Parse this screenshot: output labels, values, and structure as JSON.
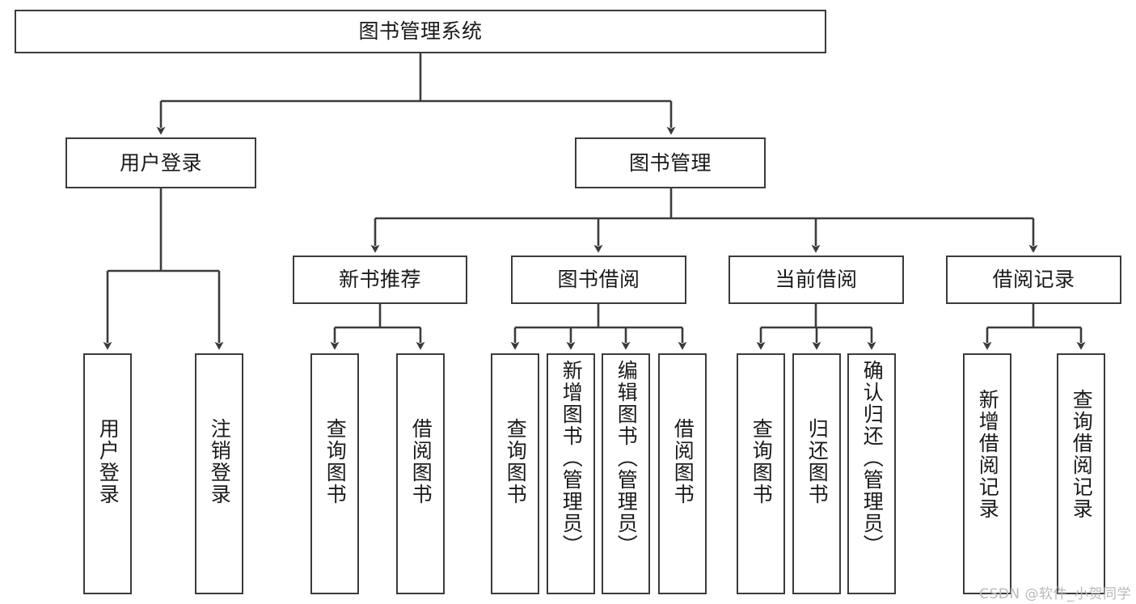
{
  "diagram": {
    "type": "tree-hierarchy",
    "title": "图书管理系统",
    "orientation": "top-down",
    "colors": {
      "box_border": "#3b3b3b",
      "box_fill": "#ffffff",
      "connector": "#3b3b3b",
      "text": "#1a1a1a",
      "watermark": "#b9b9b9"
    },
    "root": {
      "id": "root",
      "label": "图书管理系统"
    },
    "level2": [
      {
        "id": "user-login",
        "label": "用户登录"
      },
      {
        "id": "book-manage",
        "label": "图书管理"
      }
    ],
    "level3": [
      {
        "id": "new-book-rec",
        "label": "新书推荐",
        "parent": "book-manage"
      },
      {
        "id": "book-borrow",
        "label": "图书借阅",
        "parent": "book-manage"
      },
      {
        "id": "current-borrow",
        "label": "当前借阅",
        "parent": "book-manage"
      },
      {
        "id": "borrow-record",
        "label": "借阅记录",
        "parent": "book-manage"
      }
    ],
    "leaves": [
      {
        "id": "leaf-user-login",
        "label": "用户登录",
        "parent": "user-login"
      },
      {
        "id": "leaf-user-logout",
        "label": "注销登录",
        "parent": "user-login"
      },
      {
        "id": "leaf-rec-query",
        "label": "查询图书",
        "parent": "new-book-rec"
      },
      {
        "id": "leaf-rec-borrow",
        "label": "借阅图书",
        "parent": "new-book-rec"
      },
      {
        "id": "leaf-borrow-query",
        "label": "查询图书",
        "parent": "book-borrow"
      },
      {
        "id": "leaf-borrow-add",
        "label": "新增图书（管理员）",
        "parent": "book-borrow"
      },
      {
        "id": "leaf-borrow-edit",
        "label": "编辑图书（管理员）",
        "parent": "book-borrow"
      },
      {
        "id": "leaf-borrow-lend",
        "label": "借阅图书",
        "parent": "book-borrow"
      },
      {
        "id": "leaf-cur-query",
        "label": "查询图书",
        "parent": "current-borrow"
      },
      {
        "id": "leaf-cur-return",
        "label": "归还图书",
        "parent": "current-borrow"
      },
      {
        "id": "leaf-cur-confirm",
        "label": "确认归还（管理员）",
        "parent": "current-borrow"
      },
      {
        "id": "leaf-rec-add",
        "label": "新增借阅记录",
        "parent": "borrow-record"
      },
      {
        "id": "leaf-rec-search",
        "label": "查询借阅记录",
        "parent": "borrow-record"
      }
    ],
    "watermark": "CSDN @软件_小贺同学"
  }
}
